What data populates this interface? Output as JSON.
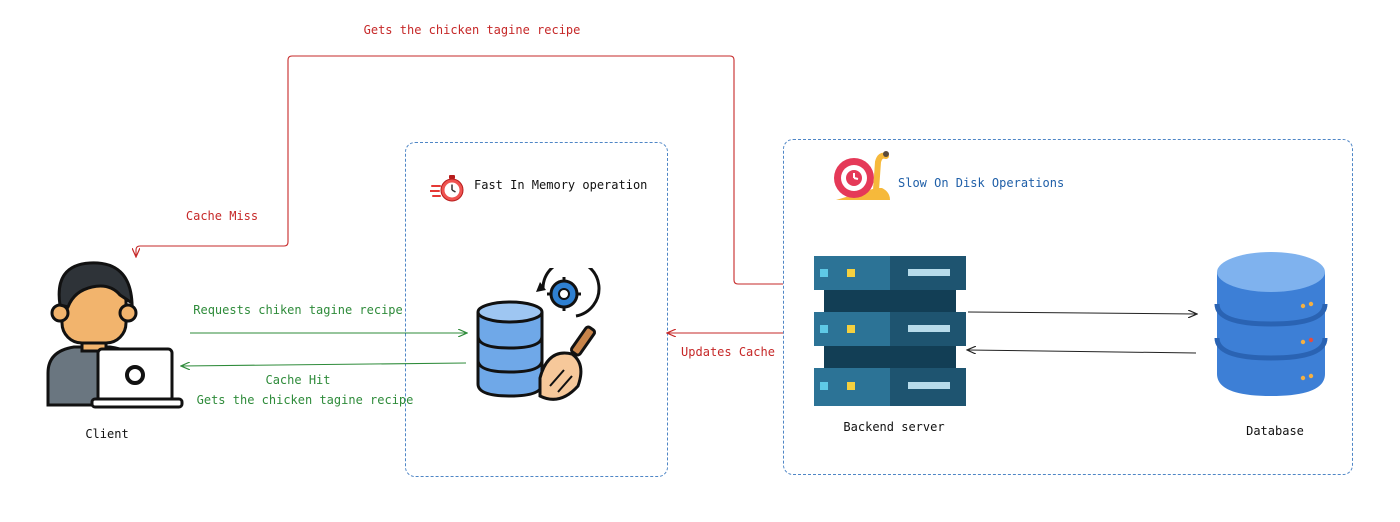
{
  "client": {
    "label": "Client"
  },
  "cache": {
    "title": "Fast In Memory operation"
  },
  "backend_area": {
    "title": "Slow On Disk Operations"
  },
  "backend": {
    "label": "Backend server"
  },
  "database": {
    "label": "Database"
  },
  "edges": {
    "gets_recipe_top": "Gets the chicken tagine recipe",
    "cache_miss": "Cache Miss",
    "requests": "Requests chiken tagine recipe",
    "cache_hit": "Cache Hit",
    "gets_recipe_bottom": "Gets the chicken tagine recipe",
    "updates_cache": "Updates Cache"
  },
  "colors": {
    "miss_edge": "#c62828",
    "hit_edge": "#2e8b3a",
    "box_border": "#4f86c6",
    "server_dark": "#1e5470",
    "server_mid": "#2c7396",
    "db_blue": "#3d7fd6"
  }
}
